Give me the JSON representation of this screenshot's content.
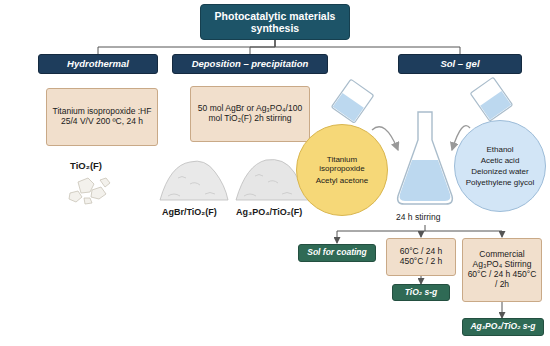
{
  "diagram": {
    "nodes": [
      {
        "text": [
          "Photocatalytic materials synthesis"
        ]
      },
      {
        "text": [
          "Hydrothermal"
        ]
      },
      {
        "text": [
          "Deposition – precipitation"
        ]
      },
      {
        "text": [
          "Sol – gel"
        ]
      },
      {
        "text": [
          "Titanium isopropoxide :HF 25/4 V/V 200 ºC, 24 h"
        ]
      },
      {
        "text": [
          "50 mol AgBr or Ag₃PO₄/100 mol TiO₂(F) 2h stirring"
        ]
      },
      {
        "text": [
          "Titanium isopropoxide",
          "Acetyl acetone"
        ]
      },
      {
        "text": [
          "Ethanol",
          "Acetic acid",
          "Deionized water",
          "Polyethylene glycol"
        ]
      },
      {
        "text": [
          "Sol for coating"
        ]
      },
      {
        "text": [
          "60°C / 24 h 450°C / 2 h"
        ]
      },
      {
        "text": [
          "TiO₂ s-g"
        ]
      },
      {
        "text": [
          "Commercial Ag₃PO₄ Stirring 60°C / 24 h 450°C / 2h"
        ]
      },
      {
        "text": [
          "Ag₃PO₄/TiO₂ s-g"
        ]
      }
    ],
    "edges": [
      {
        "from": 0,
        "to": 1,
        "arrow": "none"
      },
      {
        "from": 0,
        "to": 2,
        "arrow": "none"
      },
      {
        "from": 0,
        "to": 3,
        "arrow": "none"
      },
      {
        "from": 9,
        "to": 10,
        "arrow": "to"
      },
      {
        "from": 11,
        "to": 12,
        "arrow": "to"
      }
    ],
    "labels": [
      "TiO₂(F)",
      "AgBr/TiO₂(F)",
      "Ag₃PO₄/TiO₂(F)",
      "24 h stirring"
    ]
  }
}
